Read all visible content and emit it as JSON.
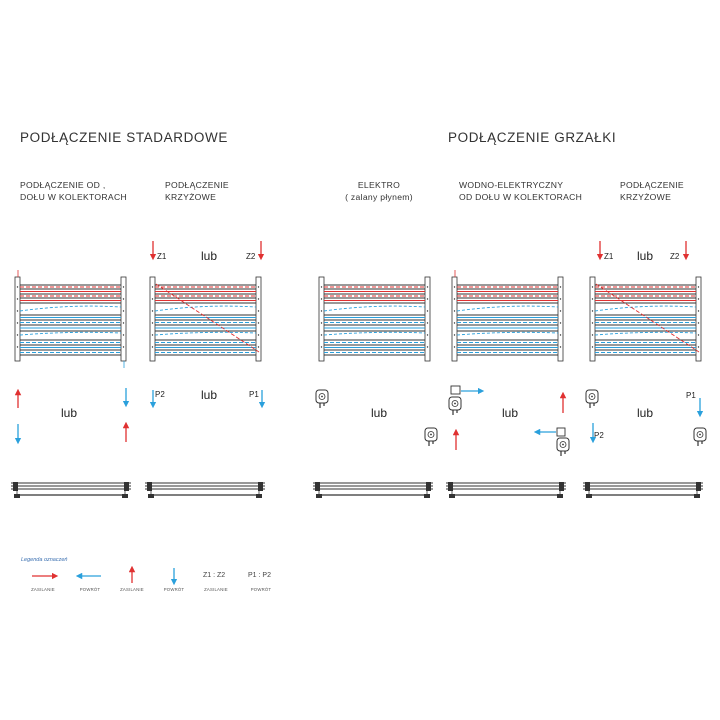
{
  "sections": {
    "standard": {
      "title": "PODŁĄCZENIE STADARDOWE"
    },
    "heater": {
      "title": "PODŁĄCZENIE GRZAŁKI"
    }
  },
  "columns": [
    {
      "label": "PODŁĄCZENIE OD ,\nDOŁU W KOLEKTORACH"
    },
    {
      "label": "PODŁĄCZENIE\nKRZYŻOWE"
    },
    {
      "label": "ELEKTRO\n( zalany płynem)"
    },
    {
      "label": "WODNO-ELEKTRYCZNY\nOD DOŁU W KOLEKTORACH"
    },
    {
      "label": "PODŁĄCZENIE\nKRZYŻOWE"
    }
  ],
  "or_word": "lub",
  "tags": {
    "z1": "Z1",
    "z2": "Z2",
    "p1": "P1",
    "p2": "P2"
  },
  "legend": {
    "title": "Legenda oznaczeń",
    "items": [
      {
        "caption": "ZASILANIE"
      },
      {
        "caption": "POWRÓT"
      },
      {
        "caption": "ZASILANIE"
      },
      {
        "caption": "POWRÓT"
      },
      {
        "pair": "Z1 : Z2",
        "caption": "ZASILANIE"
      },
      {
        "pair": "P1 : P2",
        "caption": "POWRÓT"
      }
    ]
  },
  "colors": {
    "supply": "#e03131",
    "return": "#2aa0dc",
    "frame": "#333333"
  },
  "icons": [
    "arrow-down-red",
    "arrow-up-red",
    "arrow-down-blue",
    "arrow-up-blue",
    "arrow-right-red",
    "arrow-left-blue",
    "heating-element-icon",
    "radiator-top-view"
  ]
}
